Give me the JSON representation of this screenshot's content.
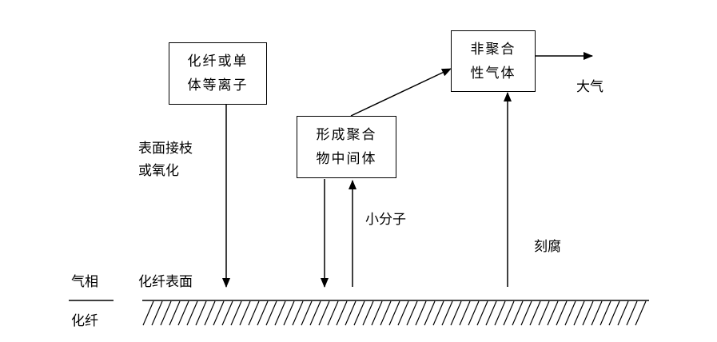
{
  "boxes": {
    "monomer_ions": {
      "line1": "化纤或单",
      "line2": "体等离子"
    },
    "polymer_intermediate": {
      "line1": "形成聚合",
      "line2": "物中间体"
    },
    "non_polymer_gas": {
      "line1": "非聚合",
      "line2": "性气体"
    }
  },
  "labels": {
    "surface_graft_line1": "表面接枝",
    "surface_graft_line2": "或氧化",
    "small_molecule": "小分子",
    "etching": "刻腐",
    "atmosphere": "大气",
    "gas_phase": "气相",
    "fiber_phase": "化纤",
    "fiber_surface": "化纤表面"
  }
}
